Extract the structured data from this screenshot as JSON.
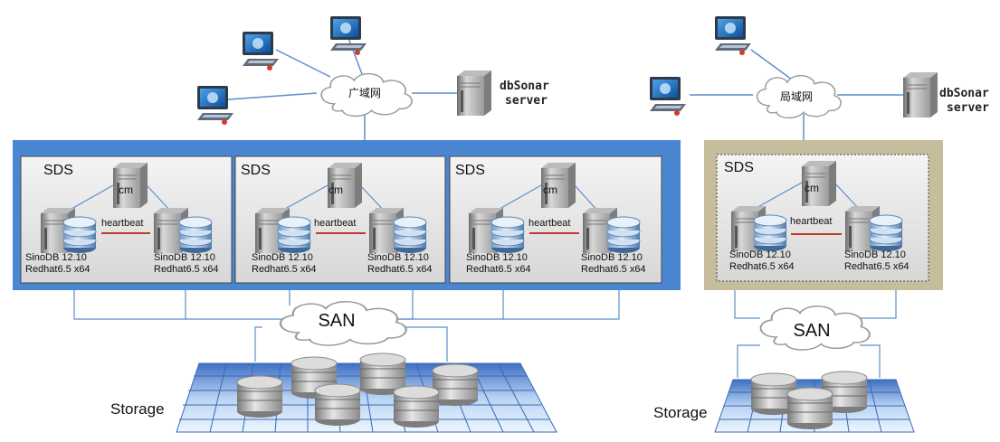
{
  "left": {
    "wan_label": "广域网",
    "server_label_1": "dbSonar",
    "server_label_2": "server",
    "clusters": [
      {
        "title": "SDS",
        "cm": "cm",
        "heartbeat": "heartbeat",
        "node_a": {
          "line1": "SinoDB 12.10",
          "line2": "Redhat6.5 x64"
        },
        "node_b": {
          "line1": "SinoDB 12.10",
          "line2": "Redhat6.5 x64"
        }
      },
      {
        "title": "SDS",
        "cm": "cm",
        "heartbeat": "heartbeat",
        "node_a": {
          "line1": "SinoDB 12.10",
          "line2": "Redhat6.5 x64"
        },
        "node_b": {
          "line1": "SinoDB 12.10",
          "line2": "Redhat6.5 x64"
        }
      },
      {
        "title": "SDS",
        "cm": "cm",
        "heartbeat": "heartbeat",
        "node_a": {
          "line1": "SinoDB 12.10",
          "line2": "Redhat6.5 x64"
        },
        "node_b": {
          "line1": "SinoDB 12.10",
          "line2": "Redhat6.5 x64"
        }
      }
    ],
    "san_label": "SAN",
    "storage_label": "Storage"
  },
  "right": {
    "lan_label": "局域网",
    "server_label_1": "dbSonar",
    "server_label_2": "server",
    "cluster": {
      "title": "SDS",
      "cm": "cm",
      "heartbeat": "heartbeat",
      "node_a": {
        "line1": "SinoDB 12.10",
        "line2": "Redhat6.5 x64"
      },
      "node_b": {
        "line1": "SinoDB 12.10",
        "line2": "Redhat6.5 x64"
      }
    },
    "san_label": "SAN",
    "storage_label": "Storage"
  },
  "colors": {
    "left_panel": "#4a86d1",
    "right_panel": "#c5bd9b",
    "link_line": "#5b8fc9",
    "heartbeat_line": "#c0392b",
    "storage_grid": "#4a7fd0"
  },
  "icons": [
    "workstation-icon",
    "cloud-icon",
    "server-tower-icon",
    "database-stack-icon",
    "disk-cylinder-icon",
    "storage-array-icon"
  ]
}
